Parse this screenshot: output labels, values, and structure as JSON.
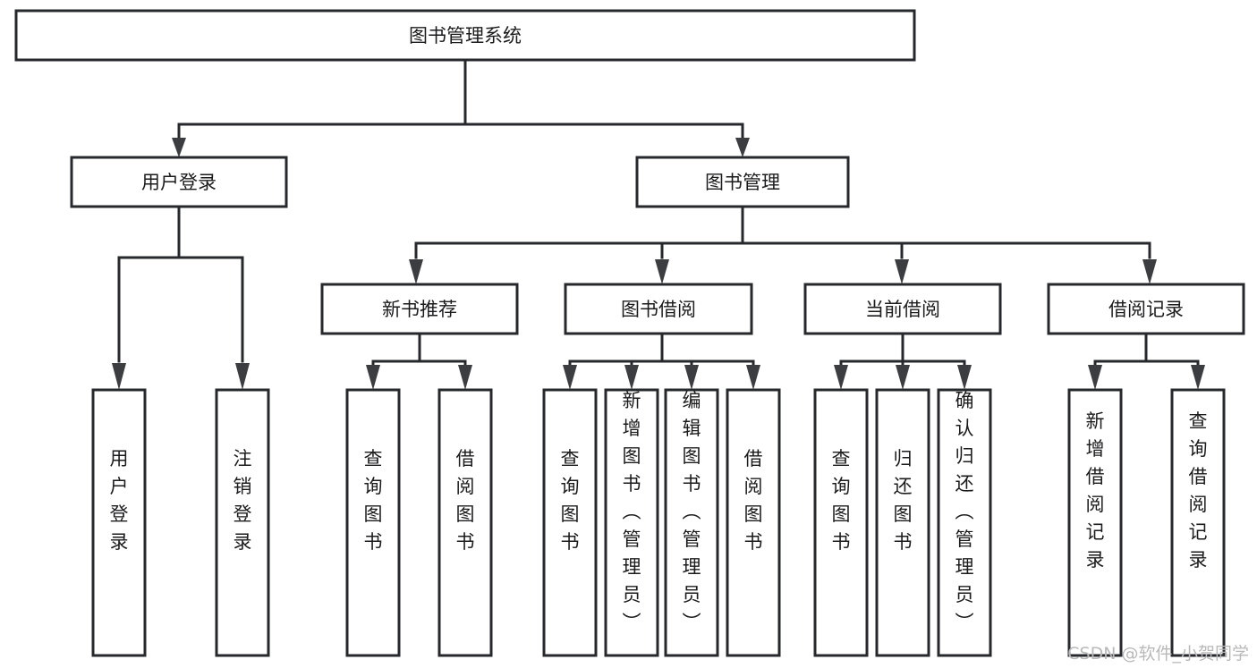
{
  "diagram": {
    "title": "图书管理系统",
    "watermark": "CSDN @软件_小贺同学",
    "root": {
      "label": "图书管理系统"
    },
    "level1": [
      {
        "label": "用户登录"
      },
      {
        "label": "图书管理"
      }
    ],
    "level2": [
      {
        "label": "新书推荐",
        "parent": "图书管理"
      },
      {
        "label": "图书借阅",
        "parent": "图书管理"
      },
      {
        "label": "当前借阅",
        "parent": "图书管理"
      },
      {
        "label": "借阅记录",
        "parent": "图书管理"
      }
    ],
    "leaves": {
      "user_login": [
        {
          "label": "用户登录"
        },
        {
          "label": "注销登录"
        }
      ],
      "new_book_recommend": [
        {
          "label": "查询图书"
        },
        {
          "label": "借阅图书"
        }
      ],
      "book_borrow": [
        {
          "label": "查询图书"
        },
        {
          "label": "新增图书（管理员）"
        },
        {
          "label": "编辑图书（管理员）"
        },
        {
          "label": "借阅图书"
        }
      ],
      "current_borrow": [
        {
          "label": "查询图书"
        },
        {
          "label": "归还图书"
        },
        {
          "label": "确认归还（管理员）"
        }
      ],
      "borrow_record": [
        {
          "label": "新增借阅记录"
        },
        {
          "label": "查询借阅记录"
        }
      ]
    },
    "colors": {
      "box_stroke": "#27282c",
      "box_fill": "#ffffff",
      "text": "#1b1b1d",
      "connector": "#27282c",
      "watermark": "#b9b9b9",
      "background": "#ffffff"
    }
  }
}
